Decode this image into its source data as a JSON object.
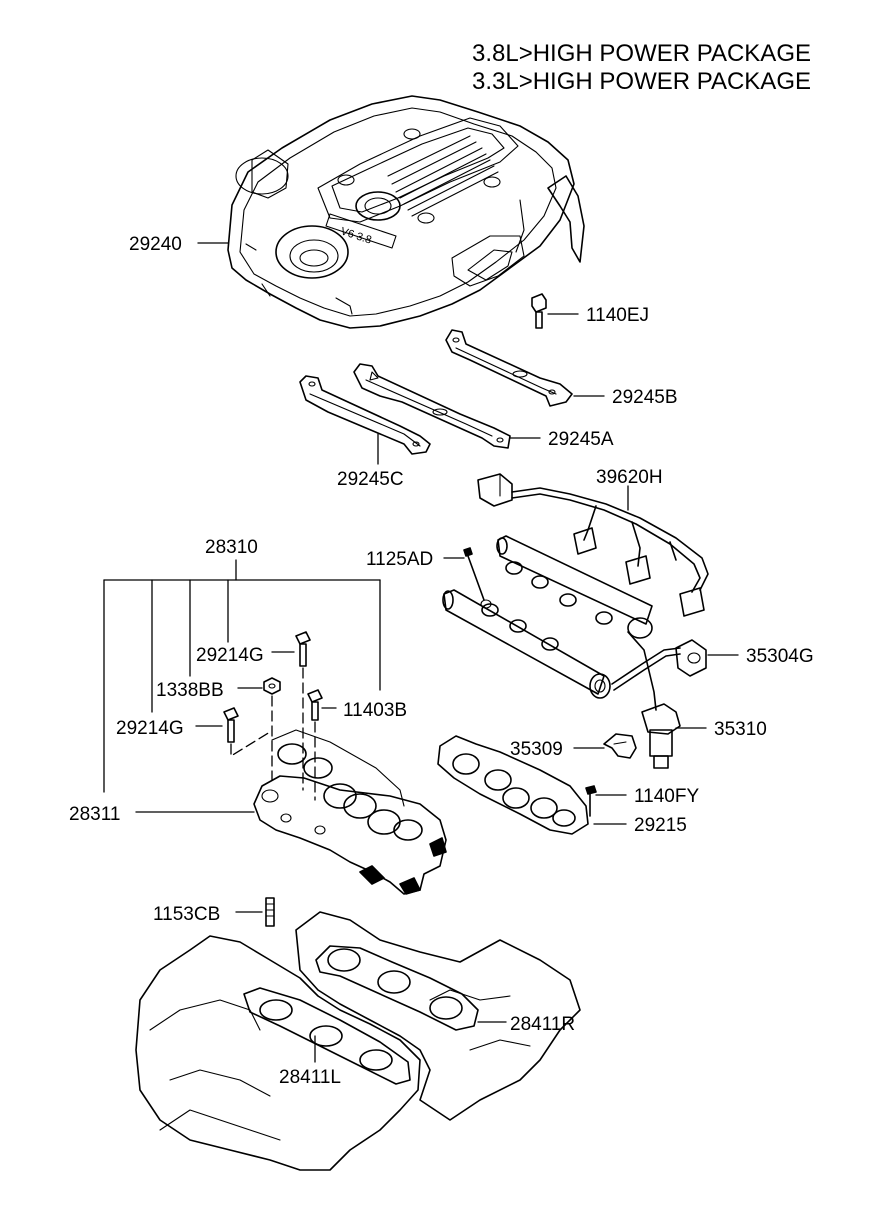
{
  "header": {
    "line1": "3.8L>HIGH POWER PACKAGE",
    "line2": "3.3L>HIGH POWER PACKAGE"
  },
  "cover_badge": "V6 3.8",
  "parts": {
    "p29240": "29240",
    "p1140EJ": "1140EJ",
    "p29245B": "29245B",
    "p29245A": "29245A",
    "p29245C": "29245C",
    "p39620H": "39620H",
    "p28310": "28310",
    "p1125AD": "1125AD",
    "p29214G_top": "29214G",
    "p1338BB": "1338BB",
    "p11403B": "11403B",
    "p29214G_bottom": "29214G",
    "p35304G": "35304G",
    "p35310": "35310",
    "p35309": "35309",
    "p1140FY": "1140FY",
    "p28311": "28311",
    "p29215": "29215",
    "p1153CB": "1153CB",
    "p28411R": "28411R",
    "p28411L": "28411L"
  }
}
